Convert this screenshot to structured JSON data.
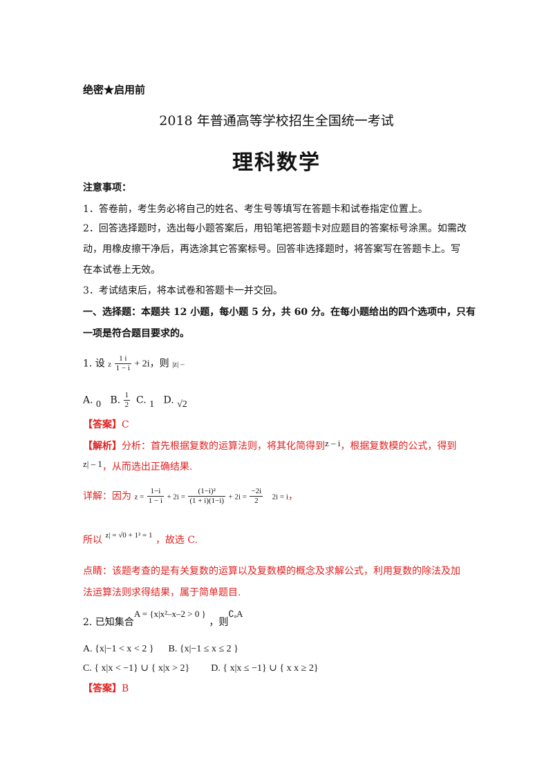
{
  "header": {
    "secret_label": "绝密★启用前",
    "exam_title": "2018 年普通高等学校招生全国统一考试",
    "subject": "理科数学"
  },
  "notice": {
    "heading": "注意事项：",
    "item1": "1．答卷前，考生务必将自己的姓名、考生号等填写在答题卡和试卷指定位置上。",
    "item2a": "2．回答选择题时，选出每小题答案后，用铅笔把答题卡对应题目的答案标号涂黑。如需改",
    "item2b": "动，用橡皮擦干净后，再选涂其它答案标号。回答非选择题时，将答案写在答题卡上。写",
    "item2c": "在本试卷上无效。",
    "item3": "3．考试结束后，将本试卷和答题卡一并交回。"
  },
  "section1": {
    "title_a": "一、选择题：本题共 12 小题，每小题 5 分，共 60 分。在每小题给出的四个选项中，只有",
    "title_b": "一项是符合题目要求的。"
  },
  "q1": {
    "prefix": "1. 设",
    "z_lhs": "z",
    "frac_num": "1 i",
    "frac_den": "1 − i",
    "plus": "+ 2i，则",
    "abs_z": "|z| –",
    "opt_a_label": "A.",
    "opt_a_val": "0",
    "opt_b_label": "B.",
    "opt_b_num": "1",
    "opt_b_den": "2",
    "opt_c_label": "C.",
    "opt_c_val": "1",
    "opt_d_label": "D.",
    "opt_d_val": "√2",
    "answer_label": "【答案】",
    "answer_val": "C",
    "analysis_label": "【解析】",
    "analysis_text_a": "分析：首先根据复数的运算法则，将其化简得到",
    "analysis_math_a": "z – i",
    "analysis_text_b": "，根据复数模的公式，得到",
    "analysis_math_b": "z| – 1",
    "analysis_text_c": "，从而选出正确结果.",
    "detail_label": "详解：因为",
    "detail_eq1": "z =",
    "detail_f1_num": "1−i",
    "detail_f1_den": "1 − i",
    "detail_plus1": "+ 2i =",
    "detail_f2_num": "(1−i)²",
    "detail_f2_den": "(1 + i)(1−i)",
    "detail_plus2": "+ 2i =",
    "detail_f3_num": "−2i",
    "detail_f3_den": "2",
    "detail_tail": "2i = i",
    "detail_comma": "，",
    "so_label": "所以",
    "so_math": "z| = √0 + 1² = 1",
    "so_tail": "，故选 C.",
    "comment_a": "点睛：该题考查的是有关复数的运算以及复数模的概念及求解公式，利用复数的除法及加",
    "comment_b": "法运算法则求得结果，属于简单题目."
  },
  "q2": {
    "prefix": "2. 已知集合",
    "set_a": "A = {x|x²–x–2 > 0 }",
    "then": "，则",
    "complement": "∁ₐA",
    "opt_a": "A. {x|−1 < x < 2  }",
    "opt_b": "B. {x|−1 ≤ x ≤ 2  }",
    "opt_c": "C. {  x|x < −1} ∪  {  x|x > 2}",
    "opt_d": "D. {  x|x ≤ −1} ∪  {  x x ≥ 2}",
    "answer_label": "【答案】",
    "answer_val": "B"
  }
}
